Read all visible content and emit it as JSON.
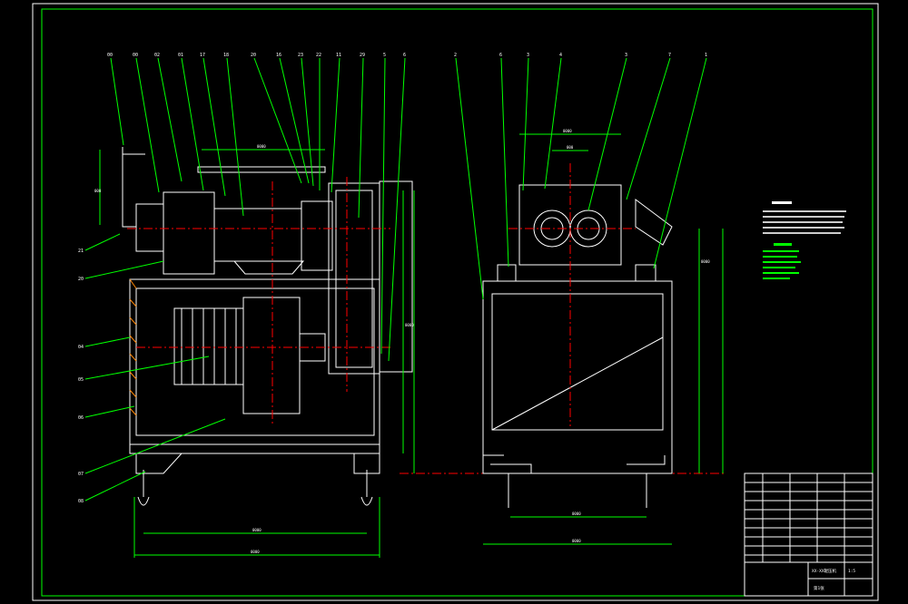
{
  "colors": {
    "background": "#000000",
    "frame": "#ffffff",
    "leader": "#00ff00",
    "centerline": "#ff0000",
    "machine": "#ffffff",
    "dimension": "#00ff00",
    "accent": "#ffff00",
    "ghost": "#9aa0a6"
  },
  "balloons_left": [
    "00",
    "00",
    "02",
    "01",
    "17",
    "18",
    "20",
    "16",
    "23",
    "22",
    "11",
    "29",
    "5",
    "6"
  ],
  "balloons_right": [
    "2",
    "6",
    "3",
    "4",
    "3",
    "7",
    "1"
  ],
  "side_labels": [
    "21",
    "20",
    "04",
    "05",
    "06",
    "07",
    "08"
  ],
  "dims": {
    "top_span": "0000",
    "top_right_span": "0000",
    "height_left": "0000",
    "height_right": "0000",
    "bottom_inner": "0000",
    "bottom_outer": "0000",
    "right_inner": "0000",
    "right_outer": "0000",
    "tiny_left": "000",
    "tiny_top": "000"
  },
  "title_block": {
    "drawing_title": "XX-XX辊压机",
    "scale": "1:5",
    "sheet": "第1张"
  }
}
